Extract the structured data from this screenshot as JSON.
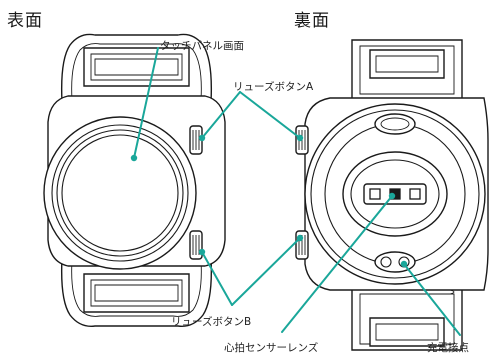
{
  "headings": {
    "front": "表面",
    "back": "裏面"
  },
  "labels": {
    "touch_panel": "タッチパネル画面",
    "crown_a": "リューズボタンA",
    "crown_b": "リューズボタンB",
    "heart_sensor": "心拍センサーレンズ",
    "charge_contacts": "充電接点"
  },
  "colors": {
    "leader_lines": "#1aa79a",
    "outline": "#1a1a1a",
    "background": "#ffffff"
  }
}
